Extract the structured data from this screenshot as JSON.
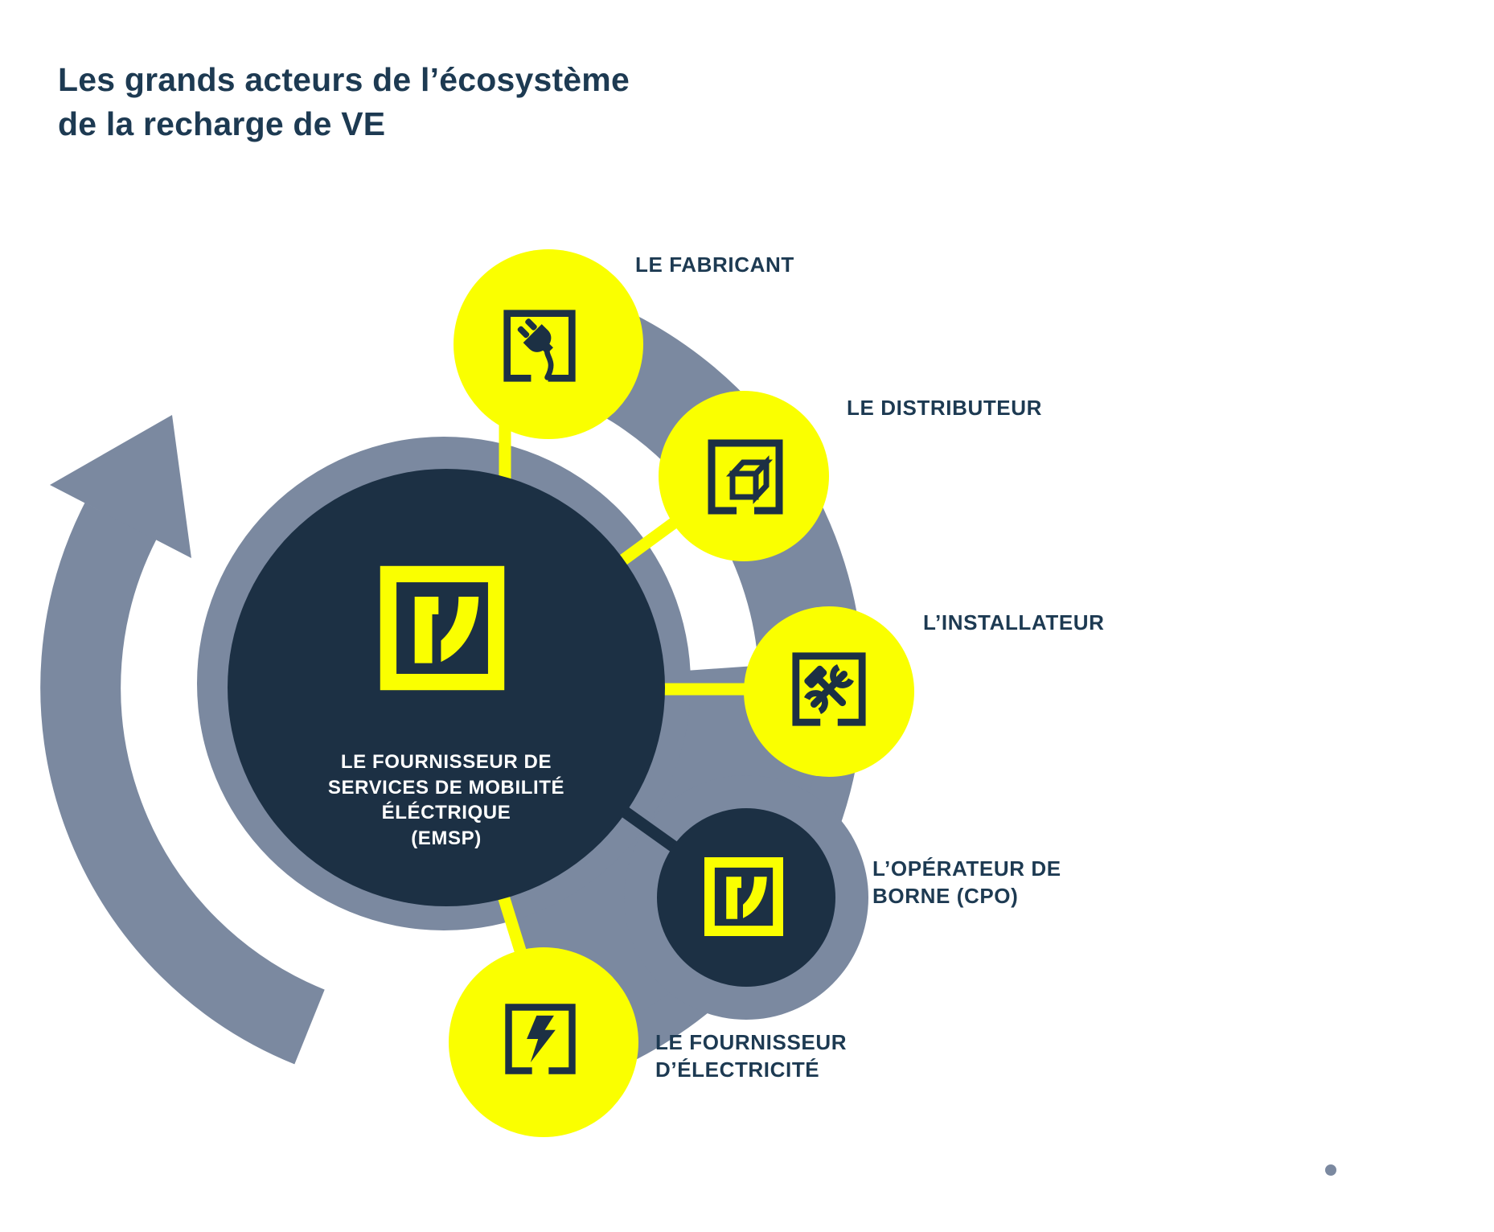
{
  "title": {
    "line1": "Les grands acteurs de l’écosystème",
    "line2": "de la recharge de VE"
  },
  "center_node": {
    "icon": "v-logo",
    "label_line1": "LE FOURNISSEUR DE",
    "label_line2": "SERVICES DE MOBILITÉ",
    "label_line3": "ÉLÉCTRIQUE",
    "label_line4": "(EMSP)"
  },
  "actors": [
    {
      "id": "fabricant",
      "label": "LE FABRICANT",
      "icon": "plug-icon"
    },
    {
      "id": "distributeur",
      "label": "LE DISTRIBUTEUR",
      "icon": "package-cube-icon"
    },
    {
      "id": "installateur",
      "label": "L’INSTALLATEUR",
      "icon": "tools-icon"
    },
    {
      "id": "operateur-de-borne",
      "label_line1": "L’OPÉRATEUR DE",
      "label_line2": "BORNE (CPO)",
      "icon": "v-logo"
    },
    {
      "id": "fournisseur-electricite",
      "label_line1": "LE FOURNISSEUR",
      "label_line2": "D’ÉLECTRICITÉ",
      "icon": "lightning-icon"
    }
  ],
  "colors": {
    "navy": "#1C3044",
    "yellow": "#FAFF00",
    "gray": "#7B89A0",
    "label_navy": "#1D3A52",
    "background": "#FFFFFF"
  }
}
